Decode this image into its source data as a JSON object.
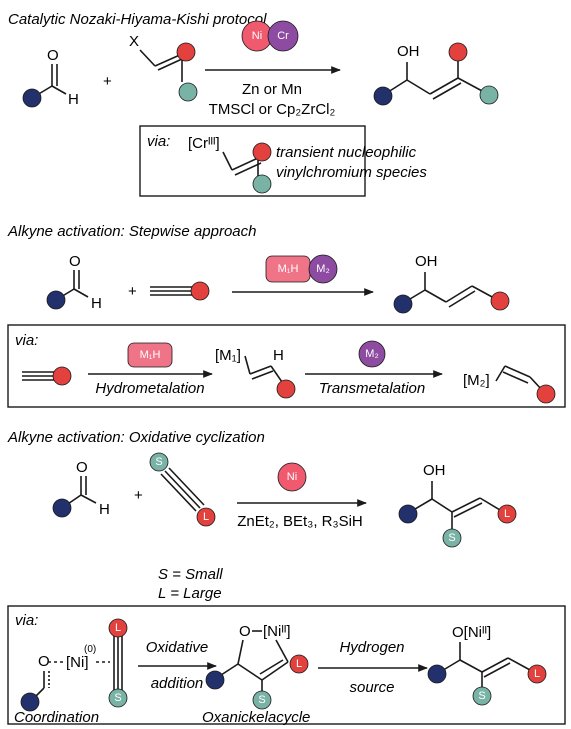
{
  "colors": {
    "navy": "#22306b",
    "red": "#e2413d",
    "teal": "#79b3a6",
    "nickel": "#ef5a6f",
    "chromium": "#8e4ba2",
    "metal_pill": "#f07487"
  },
  "section1": {
    "header": "Catalytic Nozaki-Hiyama-Kishi protocol",
    "x": "X",
    "h": "H",
    "o": "O",
    "plus": "+",
    "oh": "OH",
    "cat1": "Ni",
    "cat2": "Cr",
    "cond1": "Zn or Mn",
    "cond2": "TMSCl or Cp₂ZrCl₂",
    "via": "via:",
    "cr_species": "[Crᴵᴵᴵ]",
    "note1": "transient nucleophilic",
    "note2": "vinylchromium species"
  },
  "section2": {
    "header": "Alkyne activation: Stepwise approach",
    "h": "H",
    "o": "O",
    "plus": "+",
    "oh": "OH",
    "m1h": "M₁H",
    "m2": "M₂",
    "via": "via:",
    "hydrometalation": "Hydrometalation",
    "transmetalation": "Transmetalation",
    "m1_species": "[M₁]",
    "m2_species": "[M₂]",
    "h_atom": "H"
  },
  "section3": {
    "header": "Alkyne activation: Oxidative cyclization",
    "h": "H",
    "o": "O",
    "plus": "+",
    "oh": "OH",
    "ni": "Ni",
    "small_ball": "S",
    "large_ball": "L",
    "cond": "ZnEt₂, BEt₃, R₃SiH",
    "s_def": "S = Small",
    "l_def": "L = Large",
    "via": "via:",
    "ni0": "[Ni]",
    "zero": "(0)",
    "o_atom": "O",
    "ox_add_1": "Oxidative",
    "ox_add_2": "addition",
    "h_src_1": "Hydrogen",
    "h_src_2": "source",
    "ring_o": "O",
    "ni2": "[Niᴵᴵ]",
    "o_ni2": "O[Niᴵᴵ]",
    "coordination": "Coordination",
    "oxanickelacycle": "Oxanickelacycle"
  }
}
